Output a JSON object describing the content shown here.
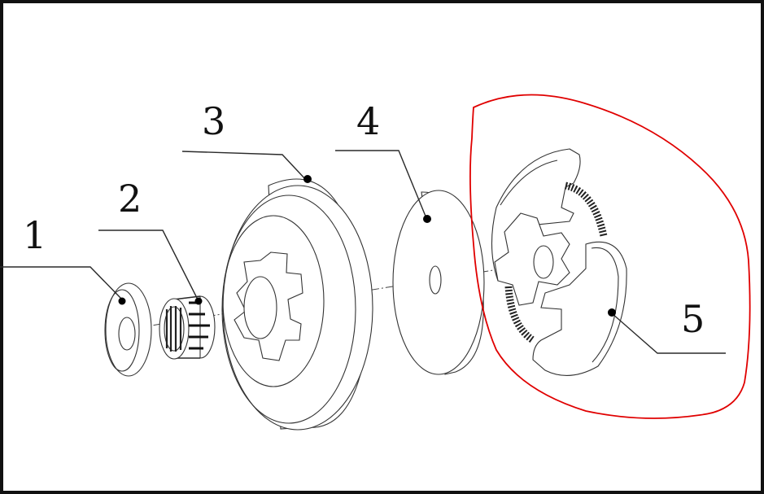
{
  "diagram": {
    "parts": [
      {
        "number": "1",
        "icon": "washer-icon"
      },
      {
        "number": "2",
        "icon": "needle-bearing-icon"
      },
      {
        "number": "3",
        "icon": "clutch-drum-sprocket-icon"
      },
      {
        "number": "4",
        "icon": "cover-plate-icon"
      },
      {
        "number": "5",
        "icon": "clutch-assembly-icon"
      }
    ],
    "highlight_color": "#e00000",
    "line_color": "#2a2a2a"
  }
}
